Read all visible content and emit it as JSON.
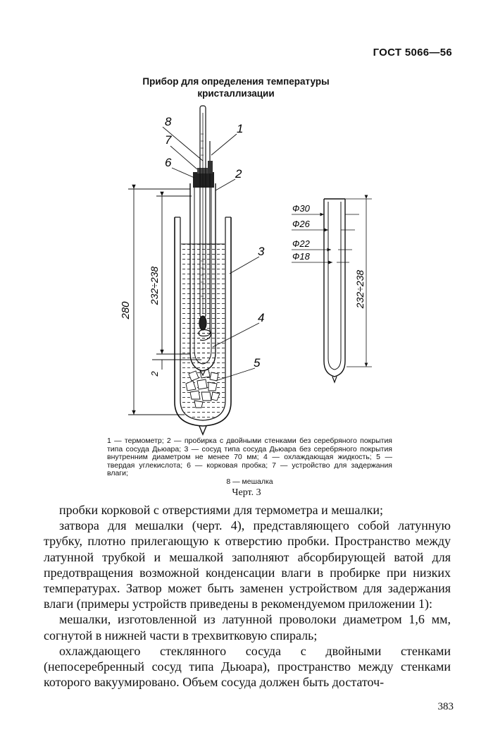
{
  "header": {
    "standard": "ГОСТ 5066—56"
  },
  "figure": {
    "title": "Прибор для определения температуры кристаллизации",
    "labels": {
      "n1": "1",
      "n2": "2",
      "n3": "3",
      "n4": "4",
      "n5": "5",
      "n6": "6",
      "n7": "7",
      "n8": "8",
      "dim_280": "280",
      "dim_232_left": "232÷238",
      "dim_2": "2",
      "dim_232_right": "232÷238",
      "d30": "Ф30",
      "d26": "Ф26",
      "d22": "Ф22",
      "d18": "Ф18"
    },
    "legend": "1 — термометр; 2 — пробирка с двойными стенками без серебряного покрытия типа сосуда Дьюара; 3 — сосуд типа сосуда Дьюара без серебряного покрытия внутренним диаметром не менее 70 мм; 4 — охлаждающая жидкость; 5 — твердая углекислота; 6 — корковая пробка; 7 — устройство для задержания влаги;",
    "legend_last": "8 — мешалка",
    "caption": "Черт. 3"
  },
  "body": {
    "paragraphs": [
      "пробки корковой с отверстиями для термометра и мешалки;",
      "затвора для мешалки (черт. 4), представляющего собой латунную трубку, плотно прилегающую к отверстию пробки. Пространство между латунной трубкой и мешалкой заполняют абсорбирующей ватой для предотвращения возможной конденсации влаги в пробирке при низких температурах. Затвор может быть заменен устройством для задержания влаги (примеры устройств приведены в рекомендуемом приложении 1):",
      "мешалки, изготовленной из латунной проволоки диаметром 1,6 мм, согнутой в нижней части в трехвитковую спираль;",
      "охлаждающего стеклянного сосуда с двойными стенками (непосеребренный сосуд типа Дьюара), пространство между стенками которого вакуумировано. Объем сосуда должен быть достаточ-"
    ]
  },
  "page": {
    "number": "383"
  }
}
